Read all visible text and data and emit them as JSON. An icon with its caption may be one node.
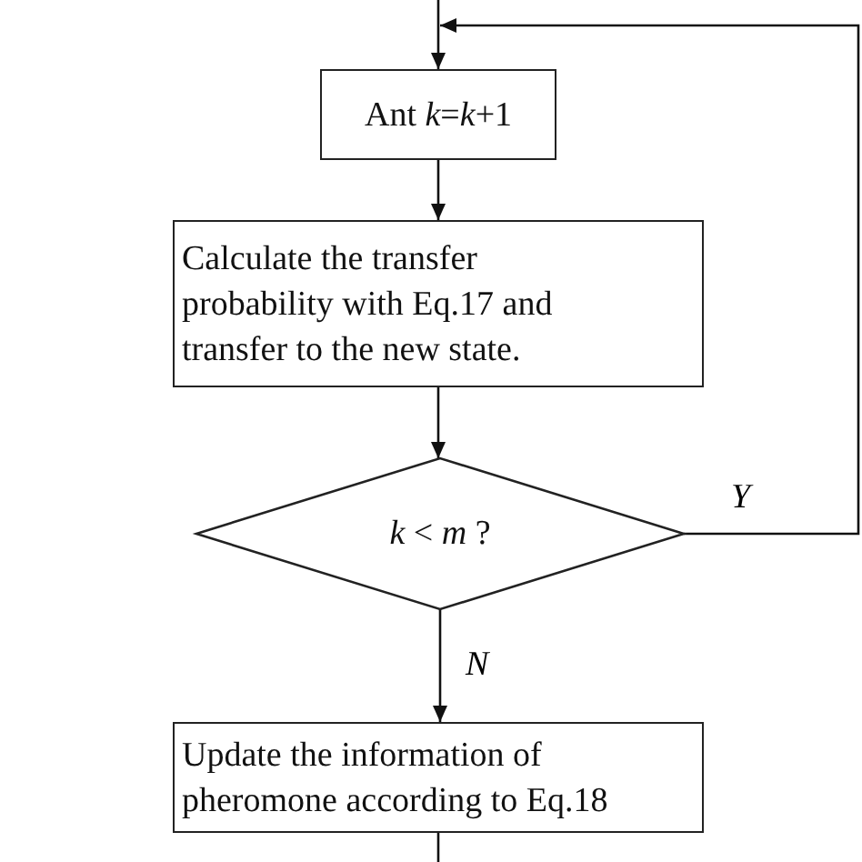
{
  "diagram": {
    "nodes": [
      {
        "text": [
          "Ant *k*=*k*+1"
        ]
      },
      {
        "text": [
          "Calculate the transfer probability with Eq.17 and transfer to the new state."
        ]
      },
      {
        "text": [
          "*k* < *m* ?"
        ]
      },
      {
        "text": [
          "Update the information of pheromone according to Eq.18"
        ]
      }
    ],
    "edges": [
      {
        "from": null,
        "to": 0,
        "arrow": "to"
      },
      {
        "from": 0,
        "to": 1,
        "arrow": "to"
      },
      {
        "from": 1,
        "to": 2,
        "arrow": "to"
      },
      {
        "from": 2,
        "to": 0,
        "arrow": "to",
        "label": "Y"
      },
      {
        "from": 2,
        "to": 3,
        "arrow": "to",
        "label": "N"
      },
      {
        "from": 3,
        "to": null,
        "arrow": "none"
      }
    ]
  }
}
